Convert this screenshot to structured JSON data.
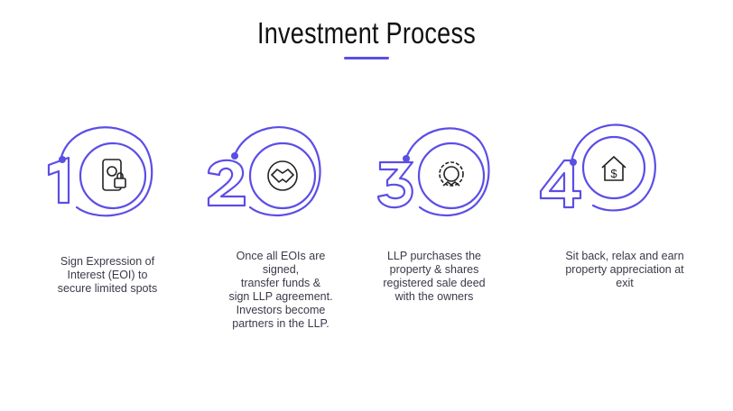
{
  "page": {
    "title": "Investment Process",
    "accent_color": "#5b4ee6"
  },
  "steps": [
    {
      "number": "1",
      "icon": "phone-eoi-lock-icon",
      "description": "Sign Expression of\nInterest (EOI) to\nsecure limited spots"
    },
    {
      "number": "2",
      "icon": "handshake-icon",
      "description": "Once all EOIs are\nsigned,\ntransfer funds &\nsign LLP agreement.\nInvestors become\npartners in the LLP."
    },
    {
      "number": "3",
      "icon": "gear-handshake-icon",
      "description": "LLP purchases the\nproperty & shares\nregistered sale deed\nwith the owners"
    },
    {
      "number": "4",
      "icon": "house-dollar-icon",
      "description": "Sit back, relax and earn\nproperty appreciation at\nexit"
    }
  ]
}
